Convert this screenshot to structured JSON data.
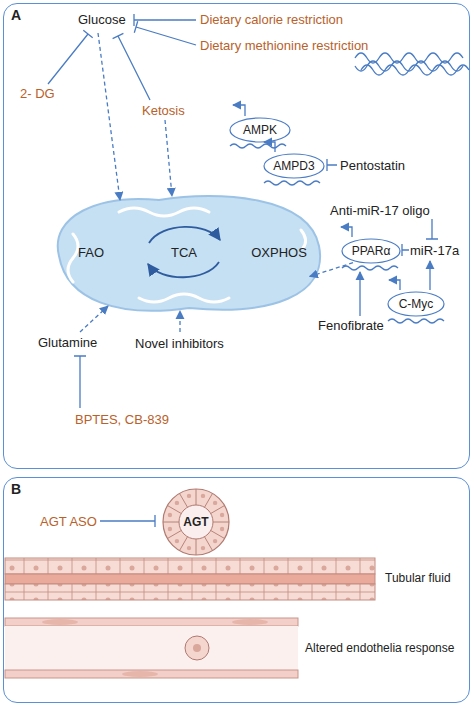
{
  "diagram": {
    "nodes": [
      {
        "text": [
          "A"
        ]
      },
      {
        "text": [
          "AMPK"
        ],
        "in": 0
      },
      {
        "text": [
          "AMPD3"
        ],
        "in": 0
      },
      {
        "text": [
          "FAO",
          "TCA",
          "OXPHOS"
        ],
        "in": 0
      },
      {
        "text": [
          "PPARα"
        ],
        "in": 0
      },
      {
        "text": [
          "C-Myc"
        ],
        "in": 0
      },
      {
        "text": [
          "B"
        ]
      },
      {
        "text": [
          "AGT"
        ],
        "in": 6
      }
    ],
    "edges": [
      {
        "from": 4,
        "to": 3,
        "arrow": "to"
      }
    ],
    "labels": [
      "Glucose",
      "Dietary calorie restriction",
      "Dietary methionine restriction",
      "2- DG",
      "Ketosis",
      "Pentostatin",
      "Anti-miR-17 oligo",
      "miR-17a",
      "Fenofibrate",
      "Glutamine",
      "Novel inhibitors",
      "BPTES, CB-839",
      "AGT ASO",
      "Tubular fluid",
      "Altered endothelia response"
    ]
  }
}
